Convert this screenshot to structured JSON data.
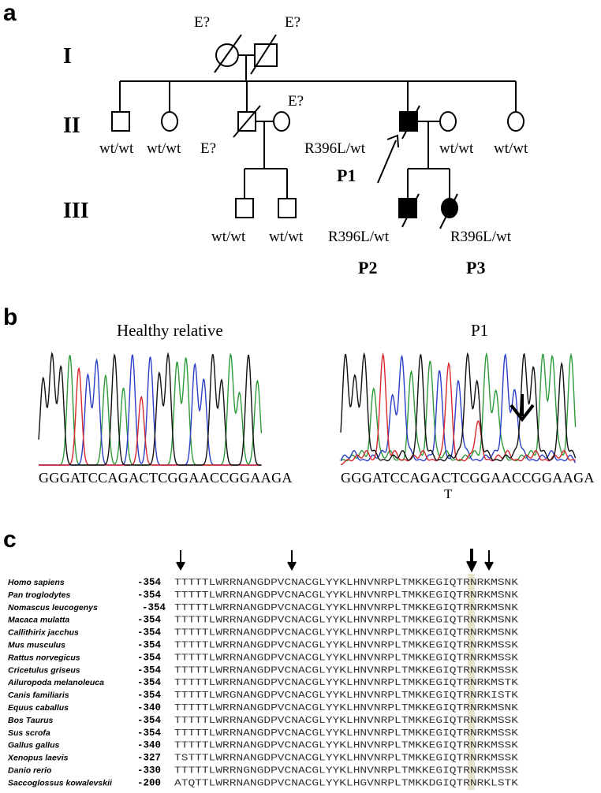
{
  "panel_labels": {
    "a": "a",
    "b": "b",
    "c": "c"
  },
  "pedigree": {
    "generations": [
      "I",
      "II",
      "III"
    ],
    "gen_I": {
      "left_tag": "E?",
      "right_tag": "E?"
    },
    "gen_II": {
      "son1_genotype": "wt/wt",
      "dau1_genotype": "wt/wt",
      "son2_tag": "E?",
      "wife2_tag": "E?",
      "p1_genotype": "R396L/wt",
      "p1_label": "P1",
      "wife_p1_genotype": "wt/wt",
      "dau2_genotype": "wt/wt"
    },
    "gen_III": {
      "son_a_genotype": "wt/wt",
      "son_b_genotype": "wt/wt",
      "p2_genotype": "R396L/wt",
      "p3_genotype": "R396L/wt",
      "p2_label": "P2",
      "p3_label": "P3"
    }
  },
  "chromatograms": {
    "left_title": "Healthy relative",
    "right_title": "P1",
    "left_sequence": "GGGATCCAGACTCGGAACCGGAAGA",
    "right_sequence": "GGGATCCAGACTCGGAACCGGAAGA",
    "mutation_base": "T"
  },
  "alignment": {
    "rows": [
      {
        "species": "Homo sapiens",
        "start": "-354",
        "seq": "TTTTTLWRRNANGDPVCNACGLYYKLHNVNRPLTMKKEGIQTRNRKMSNK"
      },
      {
        "species": "Pan troglodytes",
        "start": "-354",
        "seq": "TTTTTLWRRNANGDPVCNACGLYYKLHNVNRPLTMKKEGIQTRNRKMSNK"
      },
      {
        "species": "Nomascus leucogenys",
        "start": "-354",
        "seq": "TTTTTLWRRNANGDPVCNACGLYYKLHNVNRPLTMKKEGIQTRNRKMSNK"
      },
      {
        "species": "Macaca mulatta",
        "start": "-354",
        "seq": "TTTTTLWRRNANGDPVCNACGLYYKLHNVNRPLTMKKEGIQTRNRKMSNK"
      },
      {
        "species": "Callithirix jacchus",
        "start": "-354",
        "seq": "TTTTTLWRRNANGDPVCNACGLYYKLHNVNRPLTMKKEGIQTRNRKMSNK"
      },
      {
        "species": "Mus musculus",
        "start": "-354",
        "seq": "TTTTTLWRRNANGDPVCNACGLYYKLHNVNRPLTMKKEGIQTRNRKMSSK"
      },
      {
        "species": "Rattus norvegicus",
        "start": "-354",
        "seq": "TTTTTLWRRNANGDPVCNACGLYYKLHNVNRPLTMKKEGIQTRNRKMSSK"
      },
      {
        "species": "Cricetulus griseus",
        "start": "-354",
        "seq": "TTTTTLWRRNANGDPVCNACGLYYKLHNVNRPLTMKKEGIQTRNRKMSSK"
      },
      {
        "species": "Ailuropoda melanoleuca",
        "start": "-354",
        "seq": "TTTTTLWRRNANGDPVCNACGLYYKLHNVNRPLTMKKEGIQTRNRKMSTK"
      },
      {
        "species": "Canis familiaris",
        "start": "-354",
        "seq": "TTTTTLWRGNANGDPVCNACGLYYKLHNVNRPLTMKKEGIQTRNRKISTK"
      },
      {
        "species": "Equus caballus",
        "start": "-340",
        "seq": "TTTTTLWRRNANGDPVCNACGLYYKLHNVNRPLTMKKEGIQTRNRKMSNK"
      },
      {
        "species": "Bos Taurus",
        "start": "-354",
        "seq": "TTTTTLWRRNANGDPVCNACGLYYKLHNVNRPLTMKKEGIQTRNRKMSSK"
      },
      {
        "species": "Sus scrofa",
        "start": "-354",
        "seq": "TTTTTLWRRNANGDPVCNACGLYYKLHNVNRPLTMKKEGIQTRNRKMSSK"
      },
      {
        "species": "Gallus gallus",
        "start": "-340",
        "seq": "TTTTTLWRRNANGDPVCNACGLYYKLHNVNRPLTMKKEGIQTRNRKMSSK"
      },
      {
        "species": "Xenopus laevis",
        "start": "-327",
        "seq": "TSTTTLWRRNANGDPVCNACGLYYKLHNVNRPLTMKKEGIQTRNRKMSSK"
      },
      {
        "species": "Danio rerio",
        "start": "-330",
        "seq": "TTTTTLWRRNGNGDPVCNACGLYYKLHNVNRPLTMKKEGIQTRNRKMSSK"
      },
      {
        "species": "Saccoglossus kowalevskii",
        "start": "-200",
        "seq": "ATQTTLWRRNANGDPVCNACGLYYKLHGVNRPLTMKKDGIQTRNRKLSTK"
      }
    ],
    "highlight_color": "#e8e3cc"
  },
  "colors": {
    "A": "#2e9b3a",
    "C": "#2b3fc7",
    "G": "#111111",
    "T": "#d8282e"
  }
}
